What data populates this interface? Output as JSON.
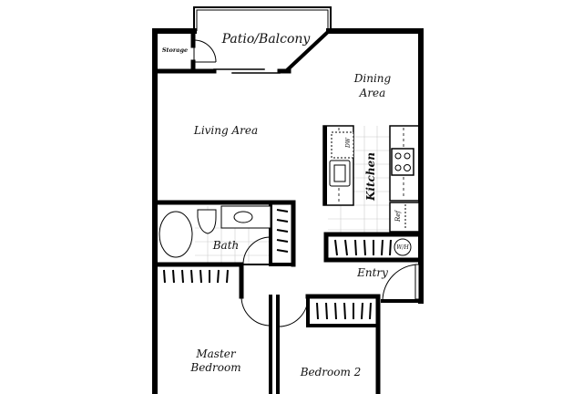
{
  "rooms": {
    "patio": "Patio/Balcony",
    "storage": "Storage",
    "dining_1": "Dining",
    "dining_2": "Area",
    "living": "Living Area",
    "kitchen": "Kitchen",
    "bath": "Bath",
    "entry": "Entry",
    "master_1": "Master",
    "master_2": "Bedroom",
    "bedroom2": "Bedroom 2"
  },
  "fixtures": {
    "dishwasher": "DW",
    "refrigerator": "Ref",
    "water_heater": "W/H"
  }
}
